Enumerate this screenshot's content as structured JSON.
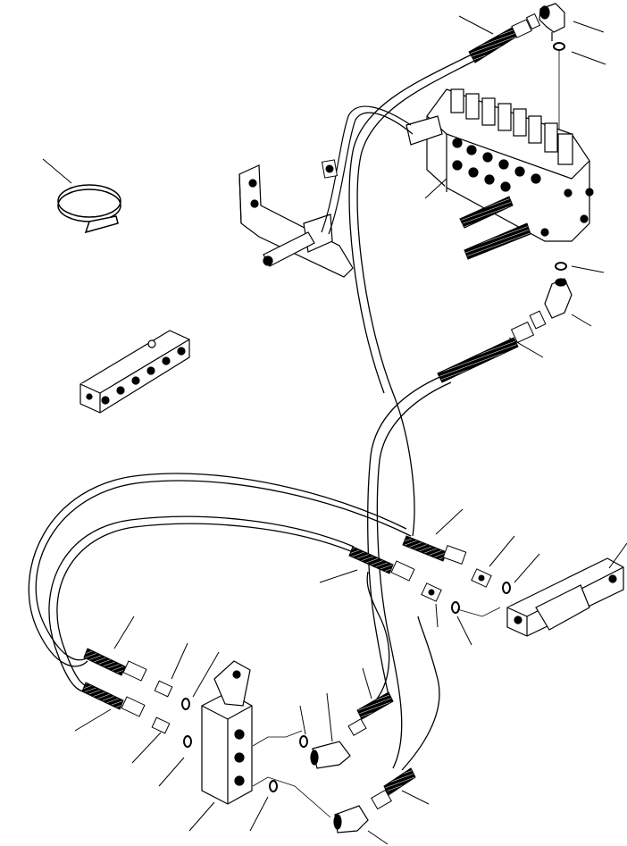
{
  "diagram": {
    "kind": "exploded hydraulic parts drawing",
    "colors": {
      "ink": "#000000",
      "paper": "#ffffff"
    },
    "components": [
      "hose-clamp",
      "control-valve-bank",
      "mounting-bracket",
      "manifold-block-left",
      "manifold-block-right",
      "valve-block-bottom",
      "hydraulic-hoses",
      "elbow-fittings",
      "straight-adapters",
      "o-rings"
    ],
    "text_labels": []
  }
}
